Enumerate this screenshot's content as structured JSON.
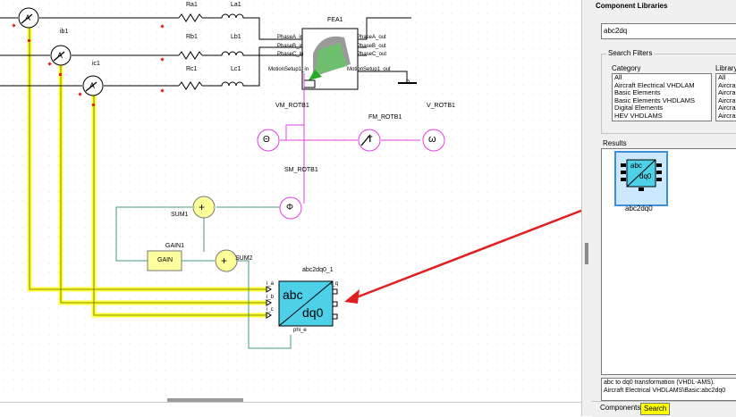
{
  "canvas": {
    "components": {
      "ra1": "Ra1",
      "la1": "La1",
      "rb1": "Rb1",
      "lb1": "Lb1",
      "rc1": "Rc1",
      "lc1": "Lc1",
      "ib1": "ib1",
      "ic1": "ic1",
      "fea1": "FEA1",
      "fea_ports_in": [
        "PhaseA_in",
        "PhaseB_in",
        "PhaseC_in",
        "MotionSetup1_in"
      ],
      "fea_ports_out": [
        "PhaseA_out",
        "PhaseB_out",
        "PhaseC_out",
        "MotionSetup1_out"
      ],
      "ground_value": "0",
      "vm_rotb1": "VM_ROTB1",
      "fm_rotb1": "FM_ROTB1",
      "v_rotb1": "V_ROTB1",
      "sm_rotb1": "SM_ROTB1",
      "sum1": "SUM1",
      "sum2": "SUM2",
      "gain1": "GAIN1",
      "gain_text": "GAIN",
      "abc2dq0_1": "abc2dq0_1",
      "block_abc": "abc",
      "block_dq0": "dq0",
      "pin_ia": "i_a",
      "pin_ib": "i_b",
      "pin_ic": "i_c",
      "pin_phi": "phi_e",
      "pin_q": "i_q",
      "ammeter_glyph": "A",
      "theta_glyph": "Θ",
      "phi_glyph": "Φ",
      "omega_glyph": "ω",
      "torque_glyph": "T",
      "plus_glyph": "+"
    }
  },
  "panel": {
    "title": "Component Libraries",
    "search": {
      "value": "abc2dq"
    },
    "search_filters": "Search Filters",
    "category_label": "Category",
    "library_label": "Library",
    "categories": [
      "All",
      "Aircraft Electrical VHDLAM",
      "Basic Elements",
      "Basic Elements VHDLAMS",
      "Digital Elements",
      "HEV VHDLAMS"
    ],
    "libraries": [
      "All",
      "Aircraf",
      "Aircraf",
      "Aircraf",
      "Aircraf",
      "Aircraf"
    ],
    "results_label": "Results",
    "result_item": {
      "label": "abc2dq0",
      "abc": "abc",
      "dq0": "dq0"
    },
    "description": [
      "abc to dq0 transformation (VHDL-AMS).",
      "Aircraft Electrical VHDLAMS\\Basic:abc2dq0"
    ],
    "tabs": [
      "Components",
      "Search"
    ]
  },
  "colors": {
    "wire_yellow": "#ffff33",
    "wire_pink": "#e040e0",
    "wire_green": "#4a9a7a",
    "block_cyan": "#4dd0e8",
    "gain_fill": "#ffffa0",
    "arrow_red": "#e02020",
    "highlight_yellow": "#ffff00"
  }
}
